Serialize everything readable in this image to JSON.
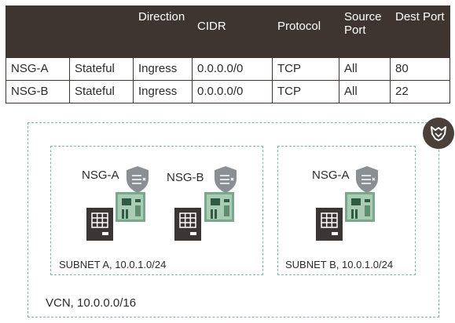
{
  "table": {
    "headers": [
      "",
      "",
      "Direction",
      "CIDR",
      "Protocol",
      "Source Port",
      "Dest Port"
    ],
    "rows": [
      [
        "NSG-A",
        "Stateful",
        "Ingress",
        "0.0.0.0/0",
        "TCP",
        "All",
        "80"
      ],
      [
        "NSG-B",
        "Stateful",
        "Ingress",
        "0.0.0.0/0",
        "TCP",
        "All",
        "22"
      ]
    ]
  },
  "diagram": {
    "vcn_label": "VCN, 10.0.0.0/16",
    "subnet_a_label": "SUBNET A, 10.0.1.0/24",
    "subnet_b_label": "SUBNET B, 10.0.1.0/24",
    "nsg_labels": [
      "NSG-A",
      "NSG-B",
      "NSG-A"
    ],
    "icons": [
      "fox-badge-icon",
      "shield-icon",
      "server-icon",
      "network-card-icon"
    ]
  },
  "colors": {
    "header_bg": "#3f3530",
    "dashed_border": "#7fb8b0",
    "shield": "#8a8f93",
    "server": "#3a3634",
    "card": "#7aa88a"
  }
}
